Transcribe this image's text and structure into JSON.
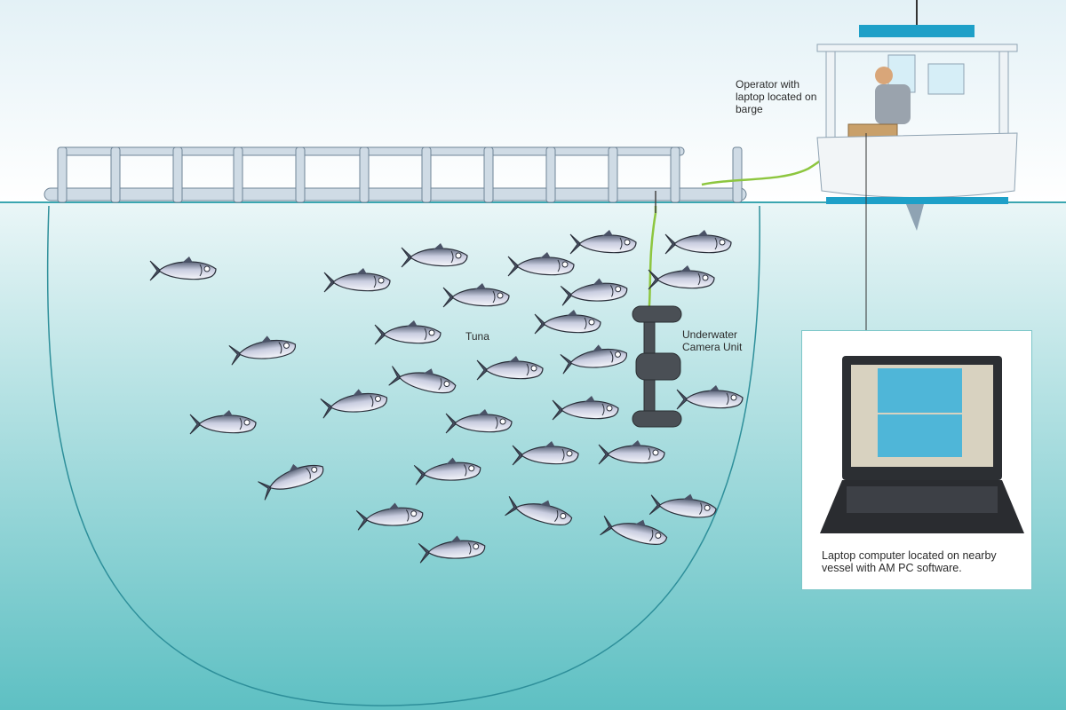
{
  "labels": {
    "operator": "Operator with laptop located on barge",
    "tuna": "Tuna",
    "camera": "Underwater Camera Unit",
    "laptop": "Laptop computer located on nearby vessel with AM PC software."
  },
  "colors": {
    "water_top": "#e4f3f5",
    "water_bottom": "#5cc0c3",
    "cable": "#8dc63f",
    "frame": "#8fa3b3",
    "boat_accent": "#1ea0c8"
  },
  "fish_count": 29
}
